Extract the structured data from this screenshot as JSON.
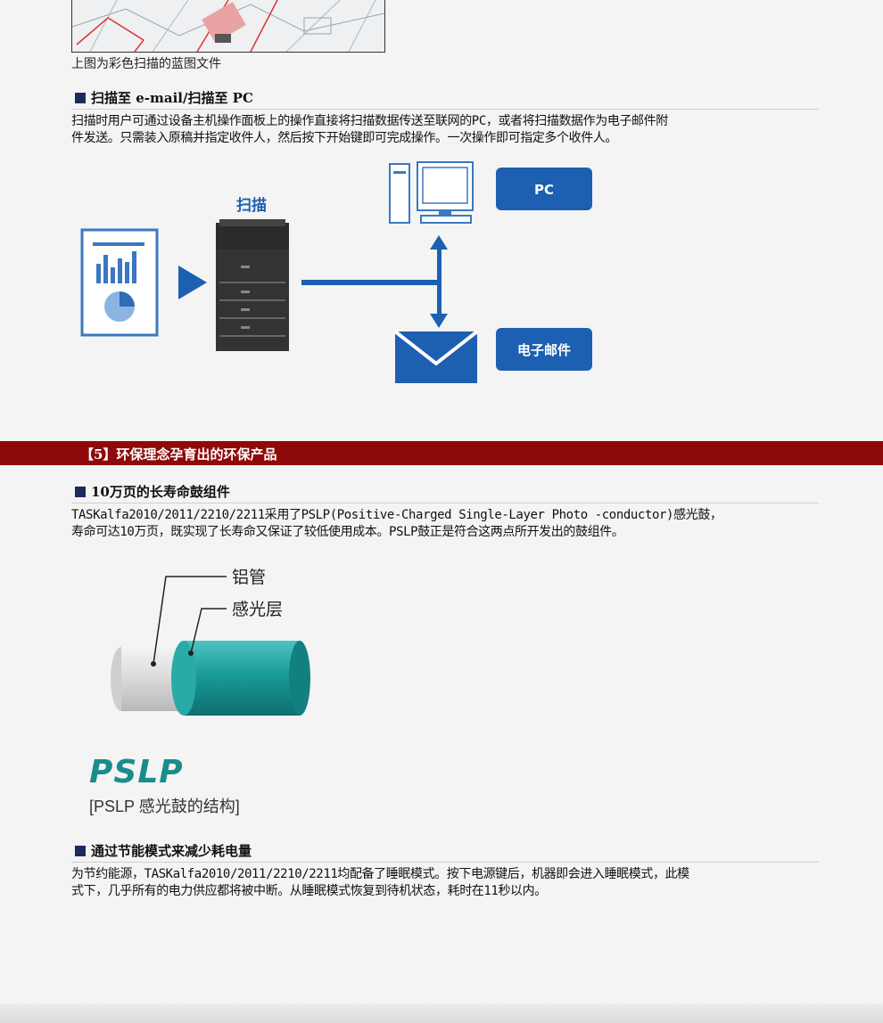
{
  "top_caption": "上图为彩色扫描的蓝图文件",
  "scan_email": {
    "heading": "扫描至 e-mail/扫描至 PC",
    "paragraph_lines": [
      "扫描时用户可通过设备主机操作面板上的操作直接将扫描数据传送至联网的PC，或者将扫描数据作为电子邮件附",
      "件发送。只需装入原稿并指定收件人，然后按下开始键即可完成操作。一次操作即可指定多个收件人。"
    ],
    "diagram": {
      "scan_label": "扫描",
      "pc_label": "PC",
      "email_label": "电子邮件"
    }
  },
  "section5": {
    "banner": "【5】环保理念孕育出的环保产品"
  },
  "drum": {
    "heading": "10万页的长寿命鼓组件",
    "paragraph_lines": [
      "TASKalfa2010/2011/2210/2211采用了PSLP(Positive-Charged Single-Layer Photo -conductor)感光鼓，",
      "寿命可达10万页，既实现了长寿命又保证了较低使用成本。PSLP鼓正是符合这两点所开发出的鼓组件。"
    ],
    "label_tube": "铝管",
    "label_layer": "感光层",
    "logo": "PSLP",
    "caption": "[PSLP 感光鼓的结构]"
  },
  "energy": {
    "heading": "通过节能模式来减少耗电量",
    "paragraph_lines": [
      "为节约能源，TASKalfa2010/2011/2210/2211均配备了睡眠模式。按下电源键后，机器即会进入睡眠模式，此模",
      "式下，几乎所有的电力供应都将被中断。从睡眠模式恢复到待机状态，耗时在11秒以内。"
    ]
  },
  "colors": {
    "banner": "#8e0a0a",
    "accent_blue": "#0f5aa8",
    "teal": "#1a9a9a",
    "heading_square": "#1e2a5a"
  }
}
